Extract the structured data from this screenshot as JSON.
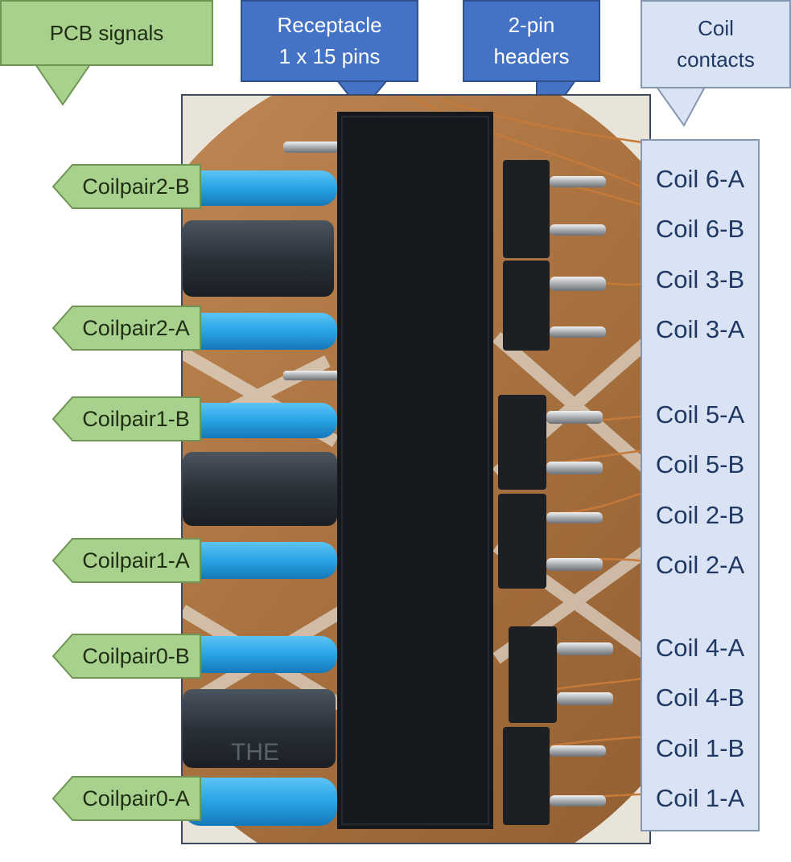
{
  "callouts": {
    "pcb_signals": "PCB signals",
    "receptacle_line1": "Receptacle",
    "receptacle_line2": "1 x 15 pins",
    "headers_line1": "2-pin",
    "headers_line2": "headers",
    "coil_line1": "Coil",
    "coil_line2": "contacts"
  },
  "signals": [
    "Coilpair2-B",
    "Coilpair2-A",
    "Coilpair1-B",
    "Coilpair1-A",
    "Coilpair0-B",
    "Coilpair0-A"
  ],
  "coils": [
    "Coil 6-A",
    "Coil 6-B",
    "Coil 3-B",
    "Coil 3-A",
    "Coil 5-A",
    "Coil 5-B",
    "Coil 2-B",
    "Coil 2-A",
    "Coil 4-A",
    "Coil 4-B",
    "Coil 1-B",
    "Coil 1-A"
  ],
  "colors": {
    "green_fill": "#a9d18e",
    "blue_fill": "#4472c4",
    "pale_fill": "#dae3f3",
    "wire_blue": "#29a3e6",
    "receptacle_black": "#15181d",
    "board_copper": "#b07a48"
  },
  "photo_texture_text": "THE"
}
